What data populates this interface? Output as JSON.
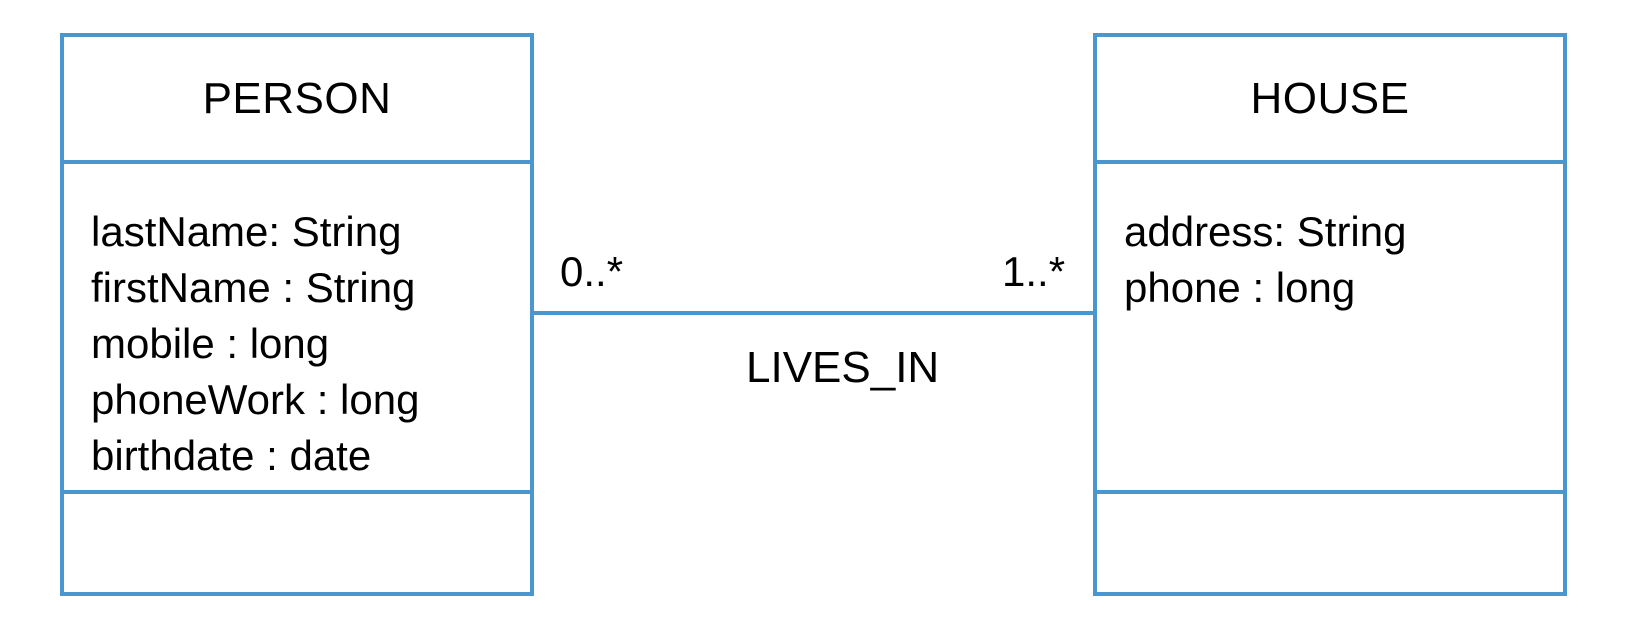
{
  "diagram": {
    "line_color": "#4A97CF",
    "classes": [
      {
        "name": "PERSON",
        "attributes": [
          "lastName: String",
          "firstName : String",
          "mobile : long",
          "phoneWork : long",
          "birthdate : date"
        ]
      },
      {
        "name": "HOUSE",
        "attributes": [
          "address: String",
          "phone : long"
        ]
      }
    ],
    "association": {
      "name": "LIVES_IN",
      "source_multiplicity": "0..*",
      "target_multiplicity": "1..*"
    }
  }
}
